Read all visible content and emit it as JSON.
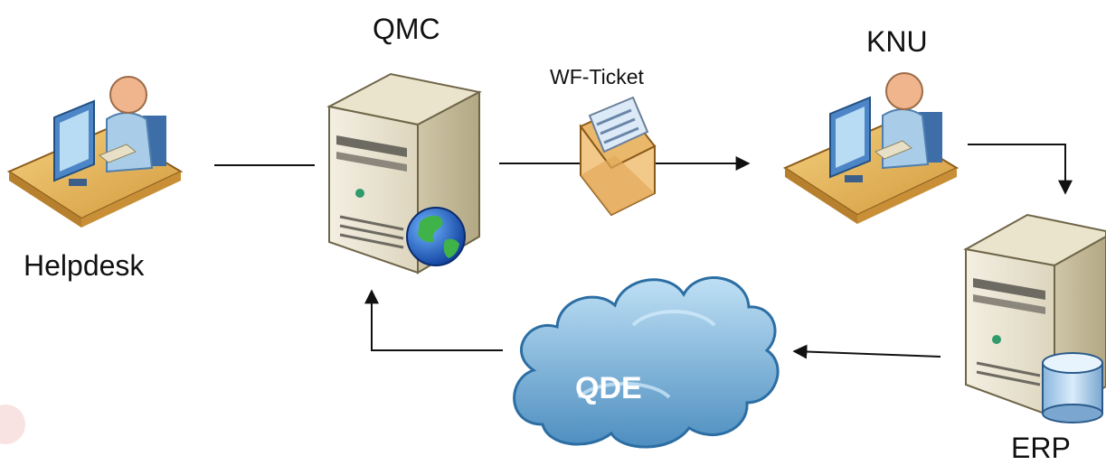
{
  "nodes": {
    "helpdesk": "Helpdesk",
    "qmc": "QMC",
    "knu": "KNU",
    "erp": "ERP",
    "qde": "QDE"
  },
  "edges": {
    "ticket": "WF-Ticket"
  }
}
